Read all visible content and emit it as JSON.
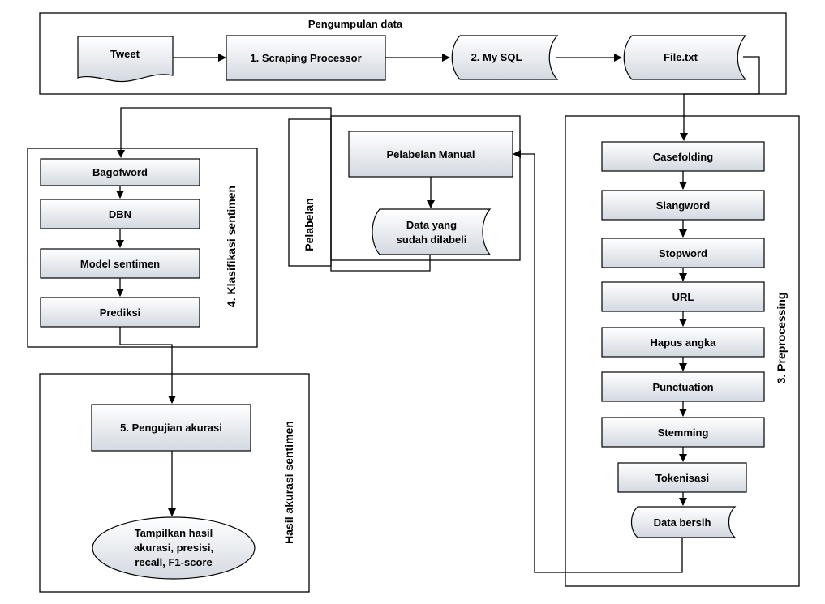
{
  "sections": {
    "pengumpulan": "Pengumpulan data",
    "klasifikasi": "4. Klasifikasi sentimen",
    "pelabelan": "Pelabelan",
    "preprocessing": "3. Preprocessing",
    "hasil": "Hasil akurasi sentimen"
  },
  "nodes": {
    "tweet": "Tweet",
    "scraping": "1. Scraping Processor",
    "mysql": "2. My SQL",
    "file": "File.txt",
    "casefolding": "Casefolding",
    "slangword": "Slangword",
    "stopword": "Stopword",
    "url": "URL",
    "hapus_angka": "Hapus angka",
    "punctuation": "Punctuation",
    "stemming": "Stemming",
    "tokenisasi": "Tokenisasi",
    "data_bersih": "Data bersih",
    "pelabelan_manual": "Pelabelan Manual",
    "data_dilabeli": [
      "Data yang",
      "sudah dilabeli"
    ],
    "bagofword": "Bagofword",
    "dbn": "DBN",
    "model": "Model sentimen",
    "prediksi": "Prediksi",
    "pengujian": "5. Pengujian akurasi",
    "tampilkan": [
      "Tampilkan hasil",
      "akurasi, presisi,",
      "recall, F1-score"
    ]
  },
  "colors": {
    "box_fill_top": "#ffffff",
    "box_fill_bottom": "#d6dce4",
    "stroke": "#000000"
  }
}
